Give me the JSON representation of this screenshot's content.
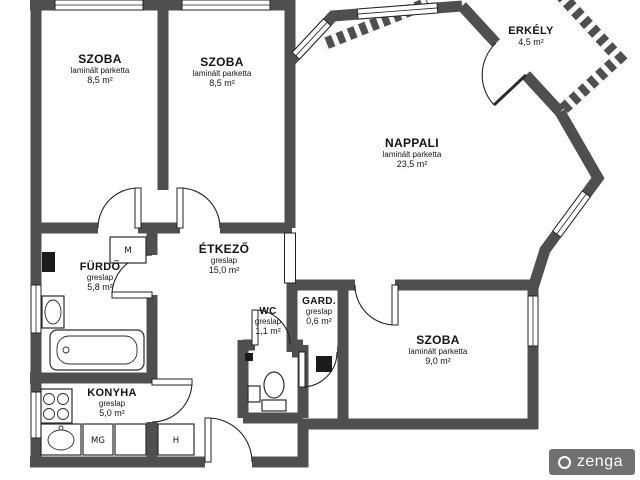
{
  "plan": {
    "rooms": [
      {
        "id": "szoba1",
        "name": "SZOBA",
        "floor": "laminált parketta",
        "area": "8,5 m²"
      },
      {
        "id": "szoba2",
        "name": "SZOBA",
        "floor": "laminált parketta",
        "area": "8,5 m²"
      },
      {
        "id": "erkely",
        "name": "ERKÉLY",
        "floor": "",
        "area": "4,5 m²"
      },
      {
        "id": "nappali",
        "name": "NAPPALI",
        "floor": "laminált parketta",
        "area": "23,5 m²"
      },
      {
        "id": "etkezo",
        "name": "ÉTKEZŐ",
        "floor": "greslap",
        "area": "15,0 m²"
      },
      {
        "id": "furdo",
        "name": "FÜRDŐ",
        "floor": "greslap",
        "area": "5,8 m²"
      },
      {
        "id": "wc",
        "name": "WC",
        "floor": "greslap",
        "area": "1,1 m²"
      },
      {
        "id": "gard",
        "name": "GARD.",
        "floor": "greslap",
        "area": "0,6 m²"
      },
      {
        "id": "szoba3",
        "name": "SZOBA",
        "floor": "laminált parketta",
        "area": "9,0 m²"
      },
      {
        "id": "konyha",
        "name": "KONYHA",
        "floor": "greslap",
        "area": "5,0 m²"
      }
    ],
    "appliances": {
      "washer": "M",
      "dishwasher": "MG",
      "fridge": "H"
    },
    "watermark": {
      "brand": "zenga"
    },
    "colors": {
      "wall": "#4f4f4f",
      "line": "#222222",
      "background": "#ffffff"
    }
  }
}
